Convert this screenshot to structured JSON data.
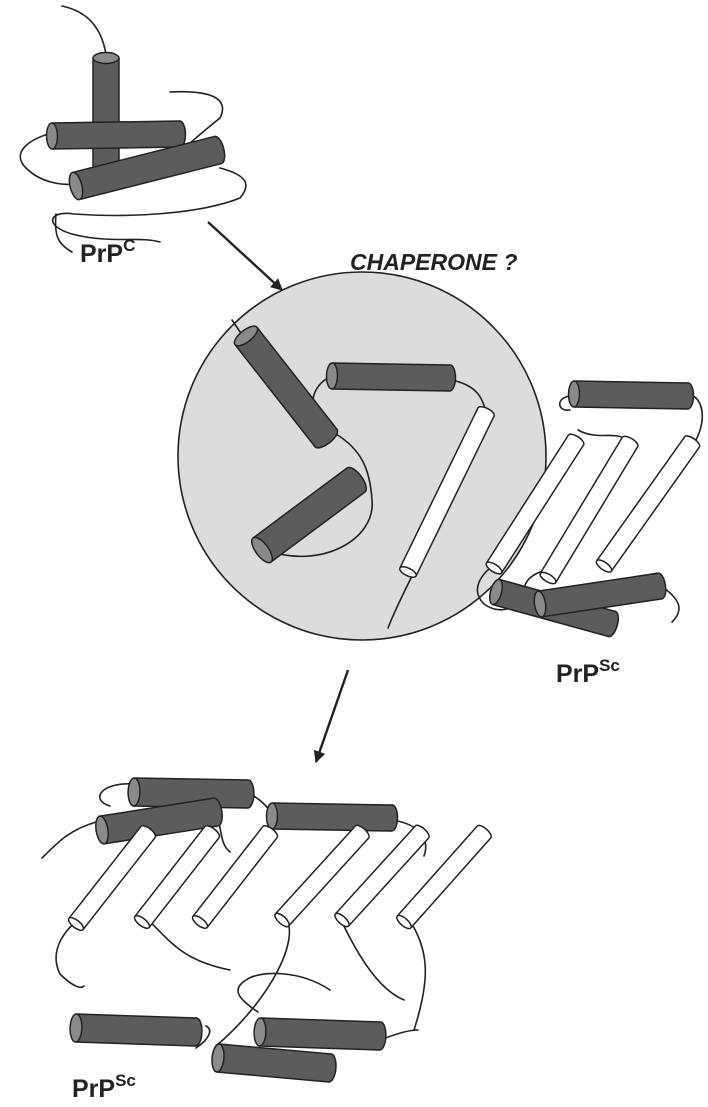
{
  "labels": {
    "prpc_base": "PrP",
    "prpc_sup": "C",
    "chaperone": "CHAPERONE ?",
    "prpsc_mid_base": "PrP",
    "prpsc_mid_sup": "Sc",
    "prpsc_bottom_base": "PrP",
    "prpsc_bottom_sup": "Sc"
  },
  "colors": {
    "helix": "#5c5c5c",
    "helix_cap": "#8a8a8a",
    "strand": "#ffffff",
    "outline": "#222222",
    "chaperone_fill": "#dcdcdc"
  }
}
